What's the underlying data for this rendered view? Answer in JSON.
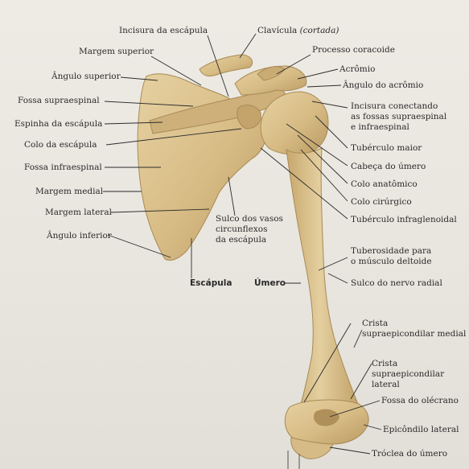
{
  "labels": {
    "incisura_escapula": "Incisura da escápula",
    "clavicula": "Clavícula",
    "clavicula_note": "(cortada)",
    "margem_superior": "Margem superior",
    "processo_coracoide": "Processo coracoide",
    "angulo_superior": "Ângulo superior",
    "acromio": "Acrômio",
    "angulo_acromio": "Ângulo do acrômio",
    "fossa_supraespinal": "Fossa supraespinal",
    "incisura_conectando_1": "Incisura conectando",
    "incisura_conectando_2": "as fossas supraespinal",
    "incisura_conectando_3": "e infraespinal",
    "espinha_escapula": "Espinha da escápula",
    "colo_escapula": "Colo da escápula",
    "tuberculo_maior": "Tubérculo maior",
    "fossa_infraespinal": "Fossa infraespinal",
    "cabeca_umero": "Cabeça do úmero",
    "margem_medial": "Margem medial",
    "colo_anatomico": "Colo anatômico",
    "colo_cirurgico": "Colo cirúrgico",
    "margem_lateral": "Margem lateral",
    "tuberculo_infraglenoidal": "Tubérculo infraglenoidal",
    "sulco_vasos_1": "Sulco dos vasos",
    "sulco_vasos_2": "circunflexos",
    "sulco_vasos_3": "da escápula",
    "angulo_inferior": "Ângulo inferior",
    "tuberosidade_1": "Tuberosidade para",
    "tuberosidade_2": "o músculo deltoide",
    "escapula": "Escápula",
    "umero": "Úmero",
    "sulco_nervo_radial": "Sulco do nervo radial",
    "crista_medial_1": "Crista",
    "crista_medial_2": "supraepicondilar medial",
    "crista_lateral_1": "Crista",
    "crista_lateral_2": "supraepicondilar",
    "crista_lateral_3": "lateral",
    "fossa_olecrano": "Fossa do olécrano",
    "epicondilo_lateral": "Epicôndilo lateral",
    "troclea_umero": "Tróclea do úmero"
  },
  "colors": {
    "bone": "#dcc28e",
    "bone_shadow": "#b99a62",
    "line": "#2b2b2b"
  }
}
